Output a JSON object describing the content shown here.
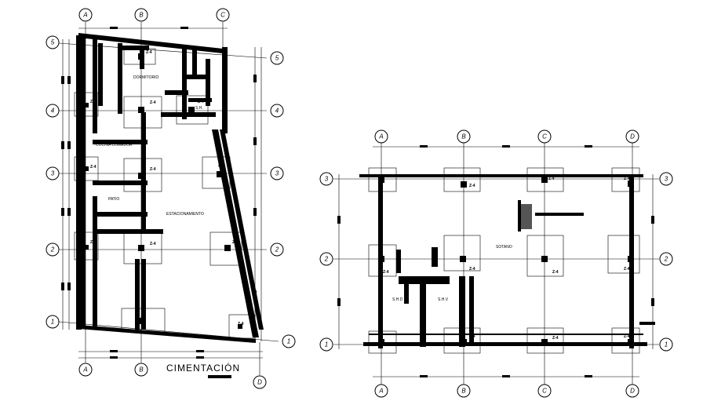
{
  "left_plan": {
    "title": "CIMENTACIÓN",
    "top_axes": [
      "A",
      "B",
      "C"
    ],
    "bottom_axes": [
      "A",
      "B",
      "D"
    ],
    "left_rows": [
      "5",
      "4",
      "3",
      "2",
      "1"
    ],
    "right_rows": [
      "5",
      "4",
      "3",
      "2",
      "1"
    ],
    "room_labels": [
      "DORMITORIO",
      "COCINA COMEDOR",
      "PATIO",
      "ESTACIONAMIENTO",
      "S.H."
    ],
    "footing_tags": [
      "Z-4",
      "Z-4",
      "Z-4",
      "Z-4",
      "Z-4",
      "Z-4",
      "Z-4",
      "Z-4",
      "Z-4",
      "Z-4",
      "Z-4",
      "Z-4"
    ]
  },
  "right_plan": {
    "top_axes": [
      "A",
      "B",
      "C",
      "D"
    ],
    "bottom_axes": [
      "A",
      "B",
      "C",
      "D"
    ],
    "left_rows": [
      "3",
      "2",
      "1"
    ],
    "right_rows": [
      "3",
      "2",
      "1"
    ],
    "room_labels": [
      "SOTANO",
      "S.H.D",
      "S.H.V"
    ],
    "footing_tags": [
      "Z-4",
      "Z-4",
      "Z-4",
      "Z-4",
      "Z-4",
      "Z-4",
      "Z-4",
      "Z-4",
      "Z-4",
      "Z-4",
      "Z-4",
      "Z-4"
    ]
  }
}
